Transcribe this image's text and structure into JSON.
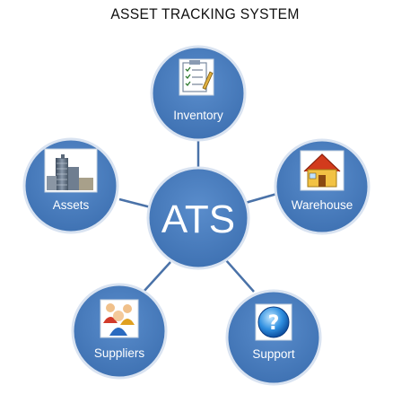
{
  "title": "ASSET TRACKING SYSTEM",
  "hub": {
    "label": "ATS"
  },
  "nodes": [
    {
      "id": "inventory",
      "label": "Inventory",
      "icon": "clipboard-icon"
    },
    {
      "id": "warehouse",
      "label": "Warehouse",
      "icon": "house-icon"
    },
    {
      "id": "support",
      "label": "Support",
      "icon": "help-icon"
    },
    {
      "id": "suppliers",
      "label": "Suppliers",
      "icon": "people-icon"
    },
    {
      "id": "assets",
      "label": "Assets",
      "icon": "buildings-icon"
    }
  ],
  "colors": {
    "circle_fill": "#4b7fc0",
    "circle_stroke": "#d9e3f1",
    "connector": "#4a72a8"
  }
}
